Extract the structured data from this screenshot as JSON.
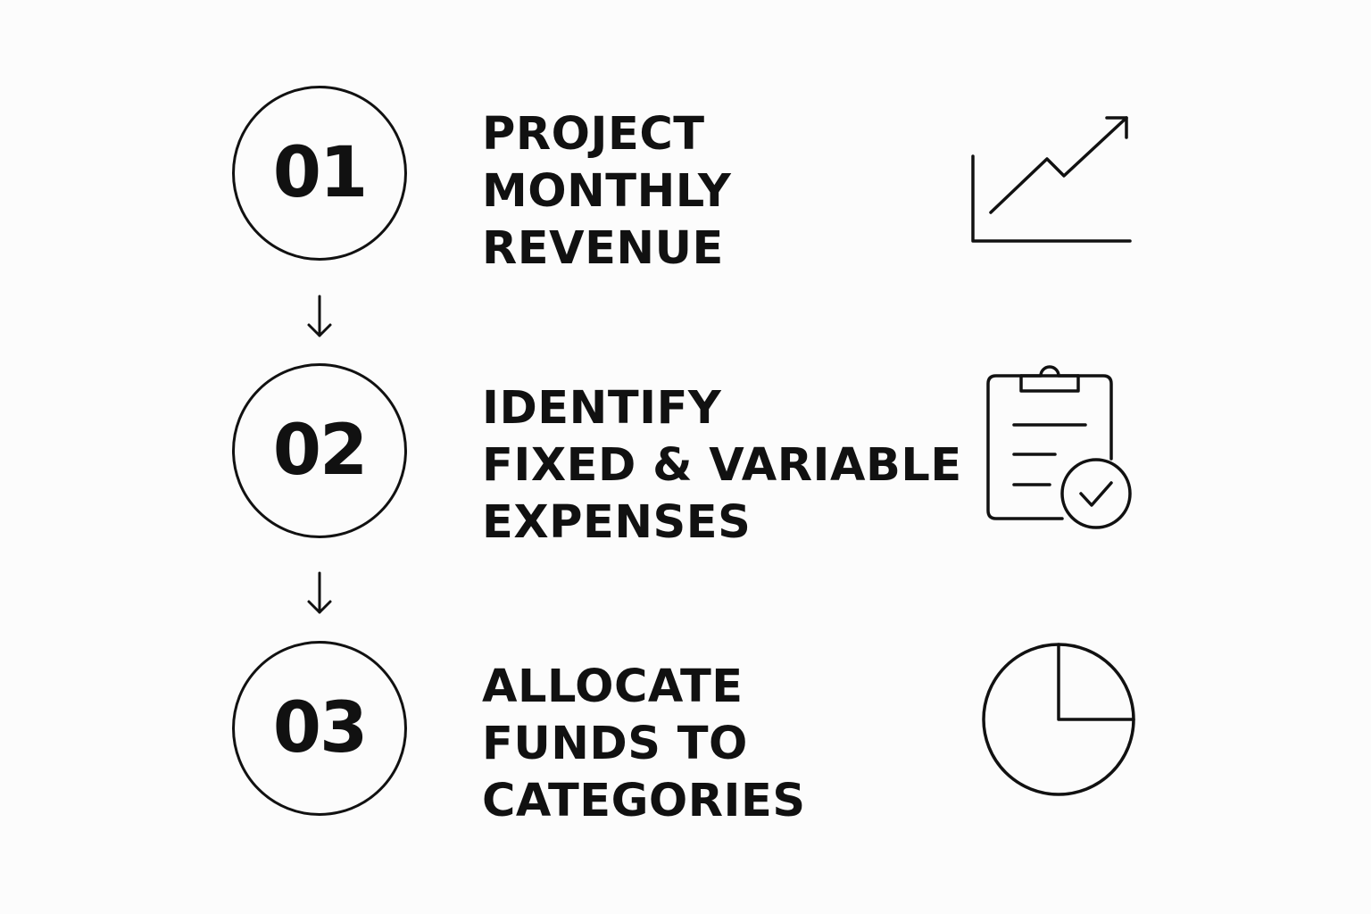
{
  "steps": [
    {
      "number": "01",
      "title_lines": [
        "PROJECT",
        "MONTHLY",
        "REVENUE"
      ],
      "icon": "trending-up-chart-icon"
    },
    {
      "number": "02",
      "title_lines": [
        "IDENTIFY",
        "FIXED & VARIABLE",
        "EXPENSES"
      ],
      "icon": "clipboard-check-icon"
    },
    {
      "number": "03",
      "title_lines": [
        "ALLOCATE",
        "FUNDS TO",
        "CATEGORIES"
      ],
      "icon": "pie-chart-icon"
    }
  ],
  "connectors": [
    "down-arrow-icon",
    "down-arrow-icon"
  ],
  "colors": {
    "background": "#fcfcfc",
    "ink": "#111111"
  }
}
